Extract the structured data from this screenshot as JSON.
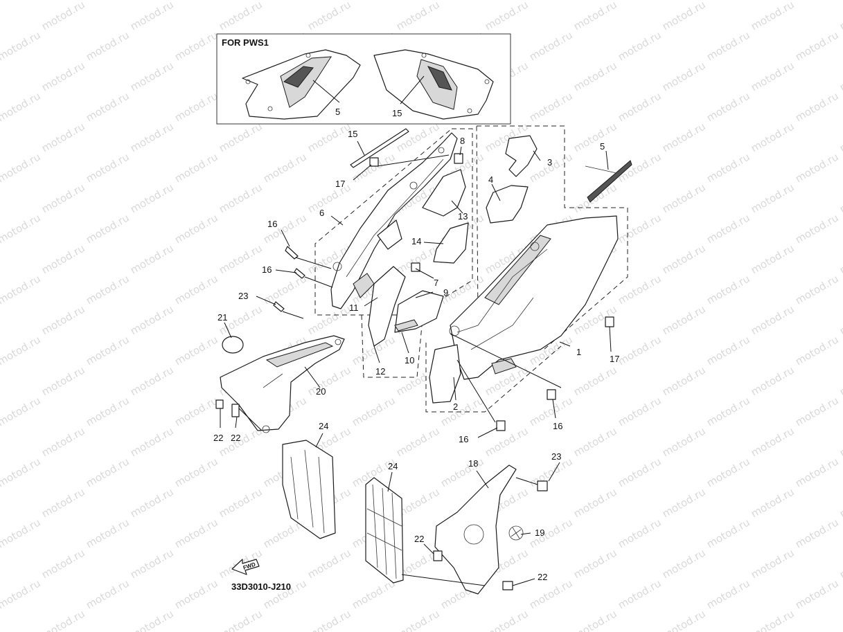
{
  "watermark": {
    "text": "motod.ru"
  },
  "inset": {
    "title": "FOR PWS1"
  },
  "diagram_code": "33D3010-J210",
  "fwd_label": "FWD",
  "callouts": {
    "c5a": "5",
    "c15a": "15",
    "c15": "15",
    "c8": "8",
    "c17a": "17",
    "c3": "3",
    "c5": "5",
    "c4": "4",
    "c6": "6",
    "c13": "13",
    "c16a": "16",
    "c14": "14",
    "c16b": "16",
    "c7": "7",
    "c9": "9",
    "c23a": "23",
    "c11": "11",
    "c21": "21",
    "c17b": "17",
    "c1": "1",
    "c10": "10",
    "c12": "12",
    "c20": "20",
    "c2": "2",
    "c16c": "16",
    "c16d": "16",
    "c22a": "22",
    "c22b": "22",
    "c24a": "24",
    "c18": "18",
    "c23b": "23",
    "c24b": "24",
    "c19": "19",
    "c22c": "22",
    "c22d": "22"
  }
}
